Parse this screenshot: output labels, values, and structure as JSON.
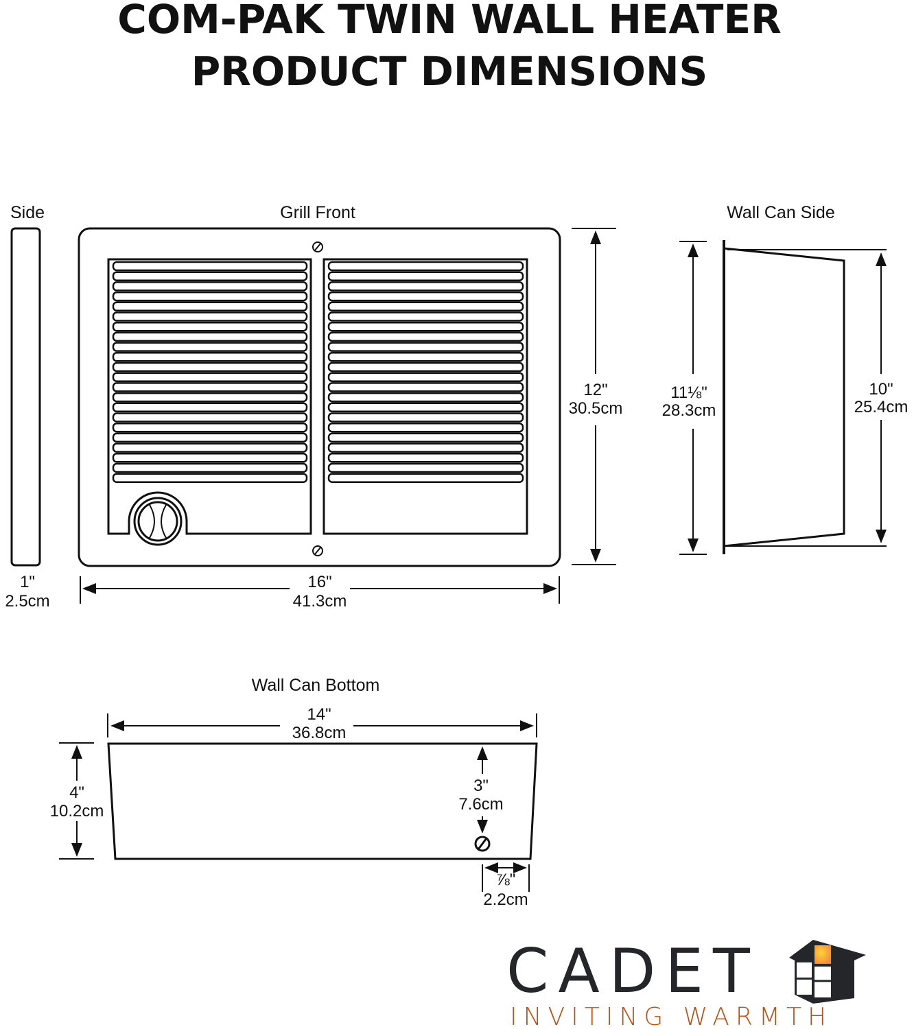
{
  "title": {
    "line1": "COM-PAK TWIN WALL HEATER",
    "line2": "PRODUCT DIMENSIONS"
  },
  "views": {
    "side": {
      "label": "Side",
      "width_in": "1\"",
      "width_cm": "2.5cm"
    },
    "grill_front": {
      "label": "Grill Front",
      "width_in": "16\"",
      "width_cm": "41.3cm",
      "height_in": "12\"",
      "height_cm": "30.5cm",
      "louvers_per_panel": 22
    },
    "wall_can_side": {
      "label": "Wall Can Side",
      "outer_in": "11⅛\"",
      "outer_cm": "28.3cm",
      "inner_in": "10\"",
      "inner_cm": "25.4cm"
    },
    "wall_can_bottom": {
      "label": "Wall Can Bottom",
      "width_in": "14\"",
      "width_cm": "36.8cm",
      "depth_in": "4\"",
      "depth_cm": "10.2cm",
      "hole_in": "3\"",
      "hole_cm": "7.6cm",
      "hole_offset_in": "⅞\"",
      "hole_offset_cm": "2.2cm"
    }
  },
  "logo": {
    "brand": "CADET",
    "tagline": "INVITING WARMTH",
    "colors": {
      "dark": "#25262a",
      "accent": "#b5541c",
      "glow": "#f7a23c"
    }
  }
}
